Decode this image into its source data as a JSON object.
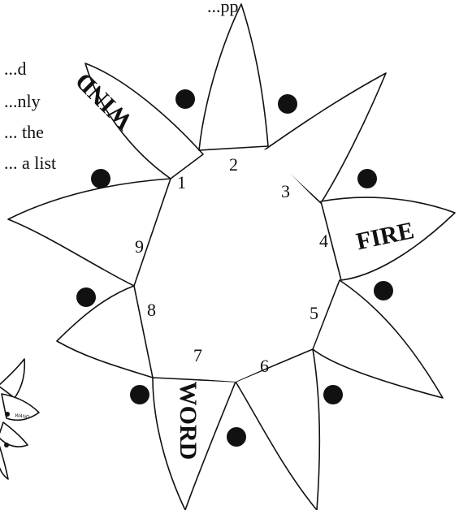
{
  "background_text": [
    "...pp",
    "...d",
    "...nly",
    "... the",
    "... a list"
  ],
  "flower": {
    "numbers": [
      "1",
      "2",
      "3",
      "4",
      "5",
      "6",
      "7",
      "8",
      "9"
    ],
    "words": {
      "wind": "WIND",
      "fire": "FIRE",
      "word": "WORD"
    }
  },
  "mini_flower": {
    "word": "WAND"
  },
  "colors": {
    "ink": "#111111",
    "paper": "#ffffff"
  }
}
